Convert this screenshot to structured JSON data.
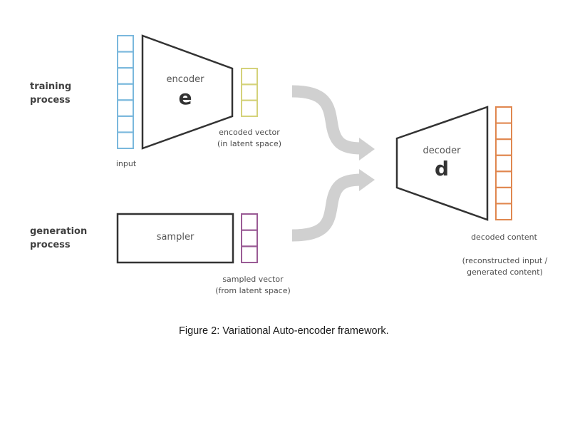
{
  "diagram": {
    "sections": {
      "training": "training\nprocess",
      "generation": "generation\nprocess"
    },
    "encoder": {
      "title": "encoder",
      "symbol": "e"
    },
    "decoder": {
      "title": "decoder",
      "symbol": "d"
    },
    "sampler": {
      "title": "sampler"
    },
    "vectors": {
      "input": {
        "label": "input",
        "cells": 7,
        "color": "#7ab8dd"
      },
      "encoded": {
        "label_line1": "encoded vector",
        "label_line2": "(in latent space)",
        "cells": 3,
        "color": "#d4d27a"
      },
      "sampled": {
        "label_line1": "sampled vector",
        "label_line2": "(from latent space)",
        "cells": 3,
        "color": "#9a5b95"
      },
      "decoded": {
        "label": "decoded content",
        "note_line1": "(reconstructed input /",
        "note_line2": "generated content)",
        "cells": 7,
        "color": "#e0874f"
      }
    },
    "arrow_color": "#d0d0d0",
    "outline_color": "#333333"
  },
  "caption": "Figure 2: Variational Auto-encoder framework."
}
